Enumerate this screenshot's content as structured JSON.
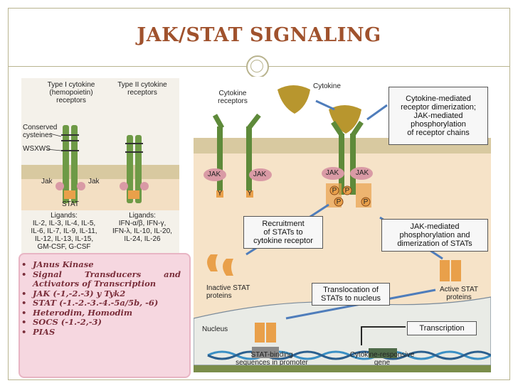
{
  "title": "JAK/STAT SIGNALING",
  "left_panel": {
    "type1_heading": "Type I cytokine\n(hemopoietin)\nreceptors",
    "type2_heading": "Type II cytokine\nreceptors",
    "conserved": "Conserved\ncysteines",
    "wsxws": "WSXWS",
    "jak_left": "Jak",
    "jak_right": "Jak",
    "stat": "STAT",
    "ligands1": "Ligands:\nIL-2, IL-3, IL-4, IL-5,\nIL-6, IL-7, IL-9, IL-11,\nIL-12, IL-13, IL-15,\nGM-CSF, G-CSF",
    "ligands2": "Ligands:\nIFN-α/β, IFN-γ,\nIFN-λ, IL-10, IL-20,\nIL-24, IL-26"
  },
  "notes": [
    "JAnus Kinase",
    "Signal Transducers and Activators of Transcription",
    "JAK (-1,-2.-3) y Tyk2",
    "STAT (-1.-2.-3.-4.-5a/5b, -6)",
    "Heterodim, Homodim",
    "SOCS (-1.-2,-3)",
    "PIAS"
  ],
  "right_panel": {
    "cytokine_receptors": "Cytokine\nreceptors",
    "cytokine": "Cytokine",
    "dimerization_box": "Cytokine-mediated\nreceptor dimerization;\nJAK-mediated\nphosphorylation\nof receptor chains",
    "jak": "JAK",
    "y": "Y",
    "p": "P",
    "recruitment_box": "Recruitment\nof STATs to\ncytokine receptor",
    "jak_mediated_box": "JAK-mediated\nphosphorylation and\ndimerization of STATs",
    "inactive_stat": "Inactive STAT\nproteins",
    "active_stat": "Active STAT\nproteins",
    "translocation_box": "Translocation of\nSTATs to nucleus",
    "nucleus": "Nucleus",
    "transcription": "Transcription",
    "stat_binding": "STAT-binding\nsequences in promoter",
    "responsive_gene": "Cytokine-responsive\ngene"
  },
  "colors": {
    "title": "#a0522d",
    "frame": "#b9b48f",
    "note_bg": "#f6d7e0",
    "note_text": "#7a2e3a",
    "receptor": "#5e8a3a",
    "membrane": "#d8c9a0",
    "cytoplasm": "#f6e3c8",
    "jak": "#d99aa5",
    "phospho": "#e9a04a",
    "cytokine": "#b8962e",
    "arrow": "#4f7dbb"
  }
}
